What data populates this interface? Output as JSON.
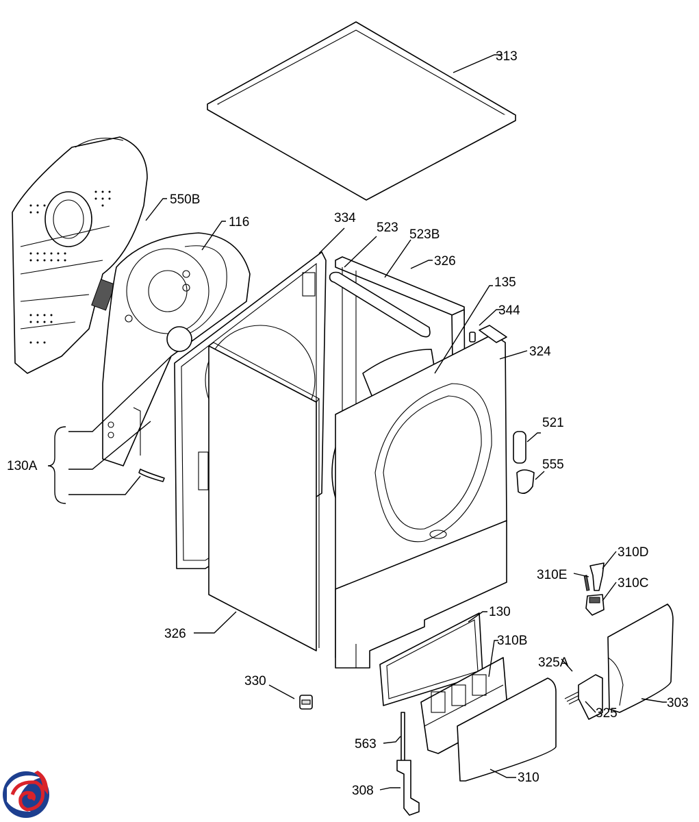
{
  "diagram": {
    "labels": {
      "p313": "313",
      "p550B": "550B",
      "p116": "116",
      "p334": "334",
      "p523": "523",
      "p523B": "523B",
      "p326_top": "326",
      "p135": "135",
      "p344": "344",
      "p324": "324",
      "p521": "521",
      "p555": "555",
      "p130A": "130A",
      "p310D": "310D",
      "p310E": "310E",
      "p310C": "310C",
      "p130": "130",
      "p326_bottom": "326",
      "p310B": "310B",
      "p325A": "325A",
      "p330": "330",
      "p303": "303",
      "p325": "325",
      "p563": "563",
      "p310": "310",
      "p308": "308"
    },
    "colors": {
      "line": "#000000",
      "background": "#ffffff",
      "logo_red": "#d9232a",
      "logo_blue": "#1d3f8f"
    },
    "logo_icon": "brand-swirl-logo"
  }
}
